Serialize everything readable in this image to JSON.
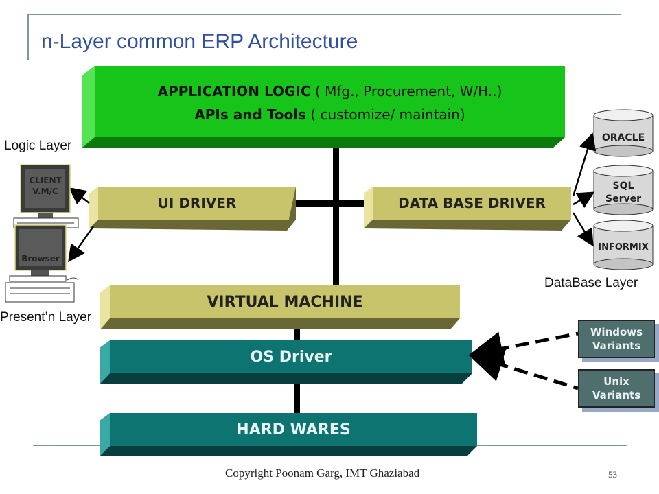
{
  "slide": {
    "title": "n-Layer common ERP Architecture",
    "footer": "Copyright Poonam Garg, IMT Ghaziabad",
    "page_number": "53"
  },
  "application": {
    "line1_bold": "APPLICATION  LOGIC",
    "line1_rest": " ( Mfg., Procurement, W/H..)",
    "line2_bold": "APIs  and  Tools",
    "line2_rest": " ( customize/ maintain)"
  },
  "blocks": {
    "ui_driver": "UI DRIVER",
    "db_driver": "DATA BASE DRIVER",
    "virtual_machine": "VIRTUAL MACHINE",
    "os_driver": "OS Driver",
    "hardware": "HARD WARES"
  },
  "layers": {
    "logic": "Logic Layer",
    "presentation": "Present’n Layer",
    "database": "DataBase Layer"
  },
  "clients": {
    "client_line1": "CLIENT",
    "client_line2": "V.M/C",
    "browser": "Browser"
  },
  "databases": {
    "oracle": "ORACLE",
    "sql_line1": "SQL",
    "sql_line2": "Server",
    "informix": "INFORMIX"
  },
  "os_variants": {
    "windows_line1": "Windows",
    "windows_line2": "Variants",
    "unix_line1": "Unix",
    "unix_line2": "Variants"
  },
  "colors": {
    "app_green": "#17c41a",
    "driver_khaki": "#c8c46c",
    "os_teal": "#0e7471",
    "title_blue": "#2f4f9f"
  }
}
